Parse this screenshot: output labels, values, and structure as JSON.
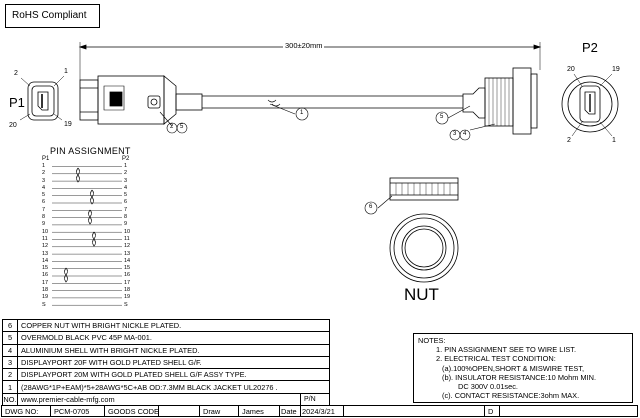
{
  "header": {
    "badge": "RoHS Compliant"
  },
  "drawing": {
    "dimension": "300±20mm",
    "p1": {
      "label": "P1",
      "pin2": "2",
      "pin1": "1",
      "pin20": "20",
      "pin19": "19"
    },
    "p2": {
      "label": "P2",
      "pin20": "20",
      "pin19": "19",
      "pin2": "2",
      "pin1": "1"
    },
    "callouts": [
      "1",
      "2",
      "3",
      "4",
      "5",
      "6"
    ],
    "callout_pair_left": "2 5",
    "callout_pair_right": "3 4",
    "nut_label": "NUT"
  },
  "pin_assignment": {
    "title": "PIN  ASSIGNMENT",
    "left_header": "P1",
    "right_header": "P2",
    "pins": [
      "1",
      "2",
      "3",
      "4",
      "5",
      "6",
      "7",
      "8",
      "9",
      "10",
      "11",
      "12",
      "13",
      "14",
      "15",
      "16",
      "17",
      "18",
      "19",
      "S"
    ]
  },
  "bom": [
    {
      "n": "6",
      "desc": "COPPER  NUT WITH BRIGHT NICKLE PLATED."
    },
    {
      "n": "5",
      "desc": "OVERMOLD BLACK PVC 45P MA-001."
    },
    {
      "n": "4",
      "desc": "ALUMINIUM  SHELL WITH BRIGHT NICKLE PLATED."
    },
    {
      "n": "3",
      "desc": "DISPLAYPORT 20F  WITH GOLD PLATED SHELL  G/F."
    },
    {
      "n": "2",
      "desc": "DISPLAYPORT 20M  WITH GOLD PLATED SHELL  G/F ASSY TYPE."
    },
    {
      "n": "1",
      "desc": "(28AWG*1P+EAM)*5+28AWG*5C+AB OD:7.3MM  BLACK JACKET UL20276 ."
    },
    {
      "n": "NO.",
      "desc": "www.premier-cable-mfg.com",
      "pn": "P/N"
    }
  ],
  "notes": {
    "title": "NOTES:",
    "lines": [
      "1. PIN ASSIGNMENT SEE TO WIRE LIST.",
      "2. ELECTRICAL TEST CONDITION:",
      "(a).100%OPEN,SHORT & MISWIRE TEST,",
      "(b). INSULATOR RESISTANCE:10 Mohm MIN.",
      "DC 300V 0.01sec.",
      "(c). CONTACT RESISTANCE:3ohm MAX."
    ]
  },
  "title_block": {
    "dwg_label": "DWG NO:",
    "dwg_no": "PCM-0705",
    "goods_code": "GOODS CODE",
    "draw": "Draw",
    "drawer": "James",
    "date_label": "Date",
    "date": "2024/3/21",
    "rev": "D"
  }
}
